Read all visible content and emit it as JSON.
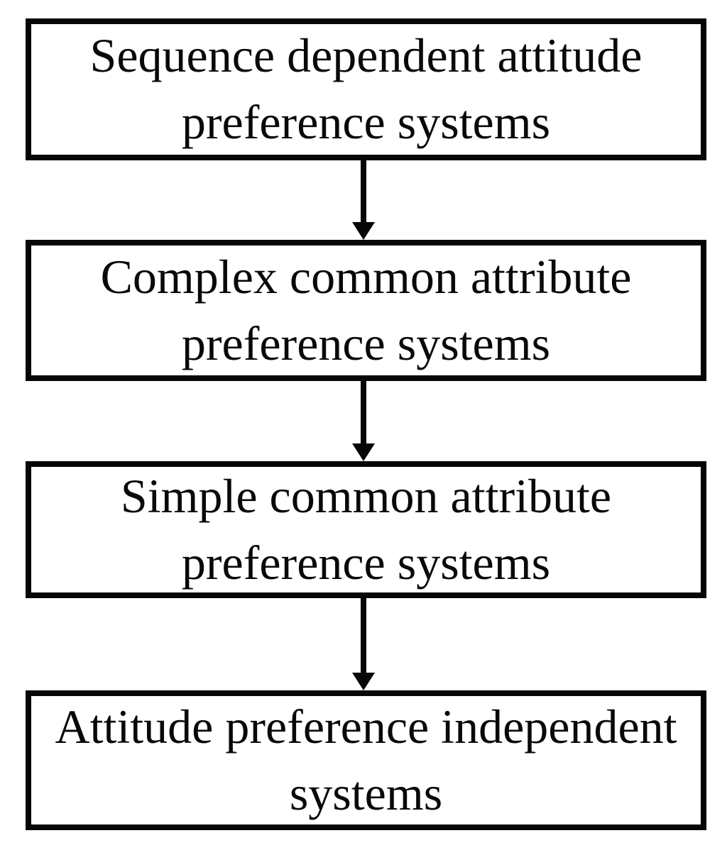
{
  "diagram": {
    "type": "flowchart",
    "direction": "top-to-bottom",
    "nodes": [
      {
        "id": "node-1",
        "label": "Sequence dependent attitude\npreference systems"
      },
      {
        "id": "node-2",
        "label": "Complex common attribute\npreference systems"
      },
      {
        "id": "node-3",
        "label": "Simple common attribute\npreference systems"
      },
      {
        "id": "node-4",
        "label": "Attitude preference independent\nsystems"
      }
    ],
    "edges": [
      {
        "from": "node-1",
        "to": "node-2",
        "style": "solid-arrow-down"
      },
      {
        "from": "node-2",
        "to": "node-3",
        "style": "solid-arrow-down"
      },
      {
        "from": "node-3",
        "to": "node-4",
        "style": "solid-arrow-down"
      }
    ],
    "colors": {
      "border": "#060606",
      "text": "#090909",
      "background": "#ffffff"
    }
  }
}
